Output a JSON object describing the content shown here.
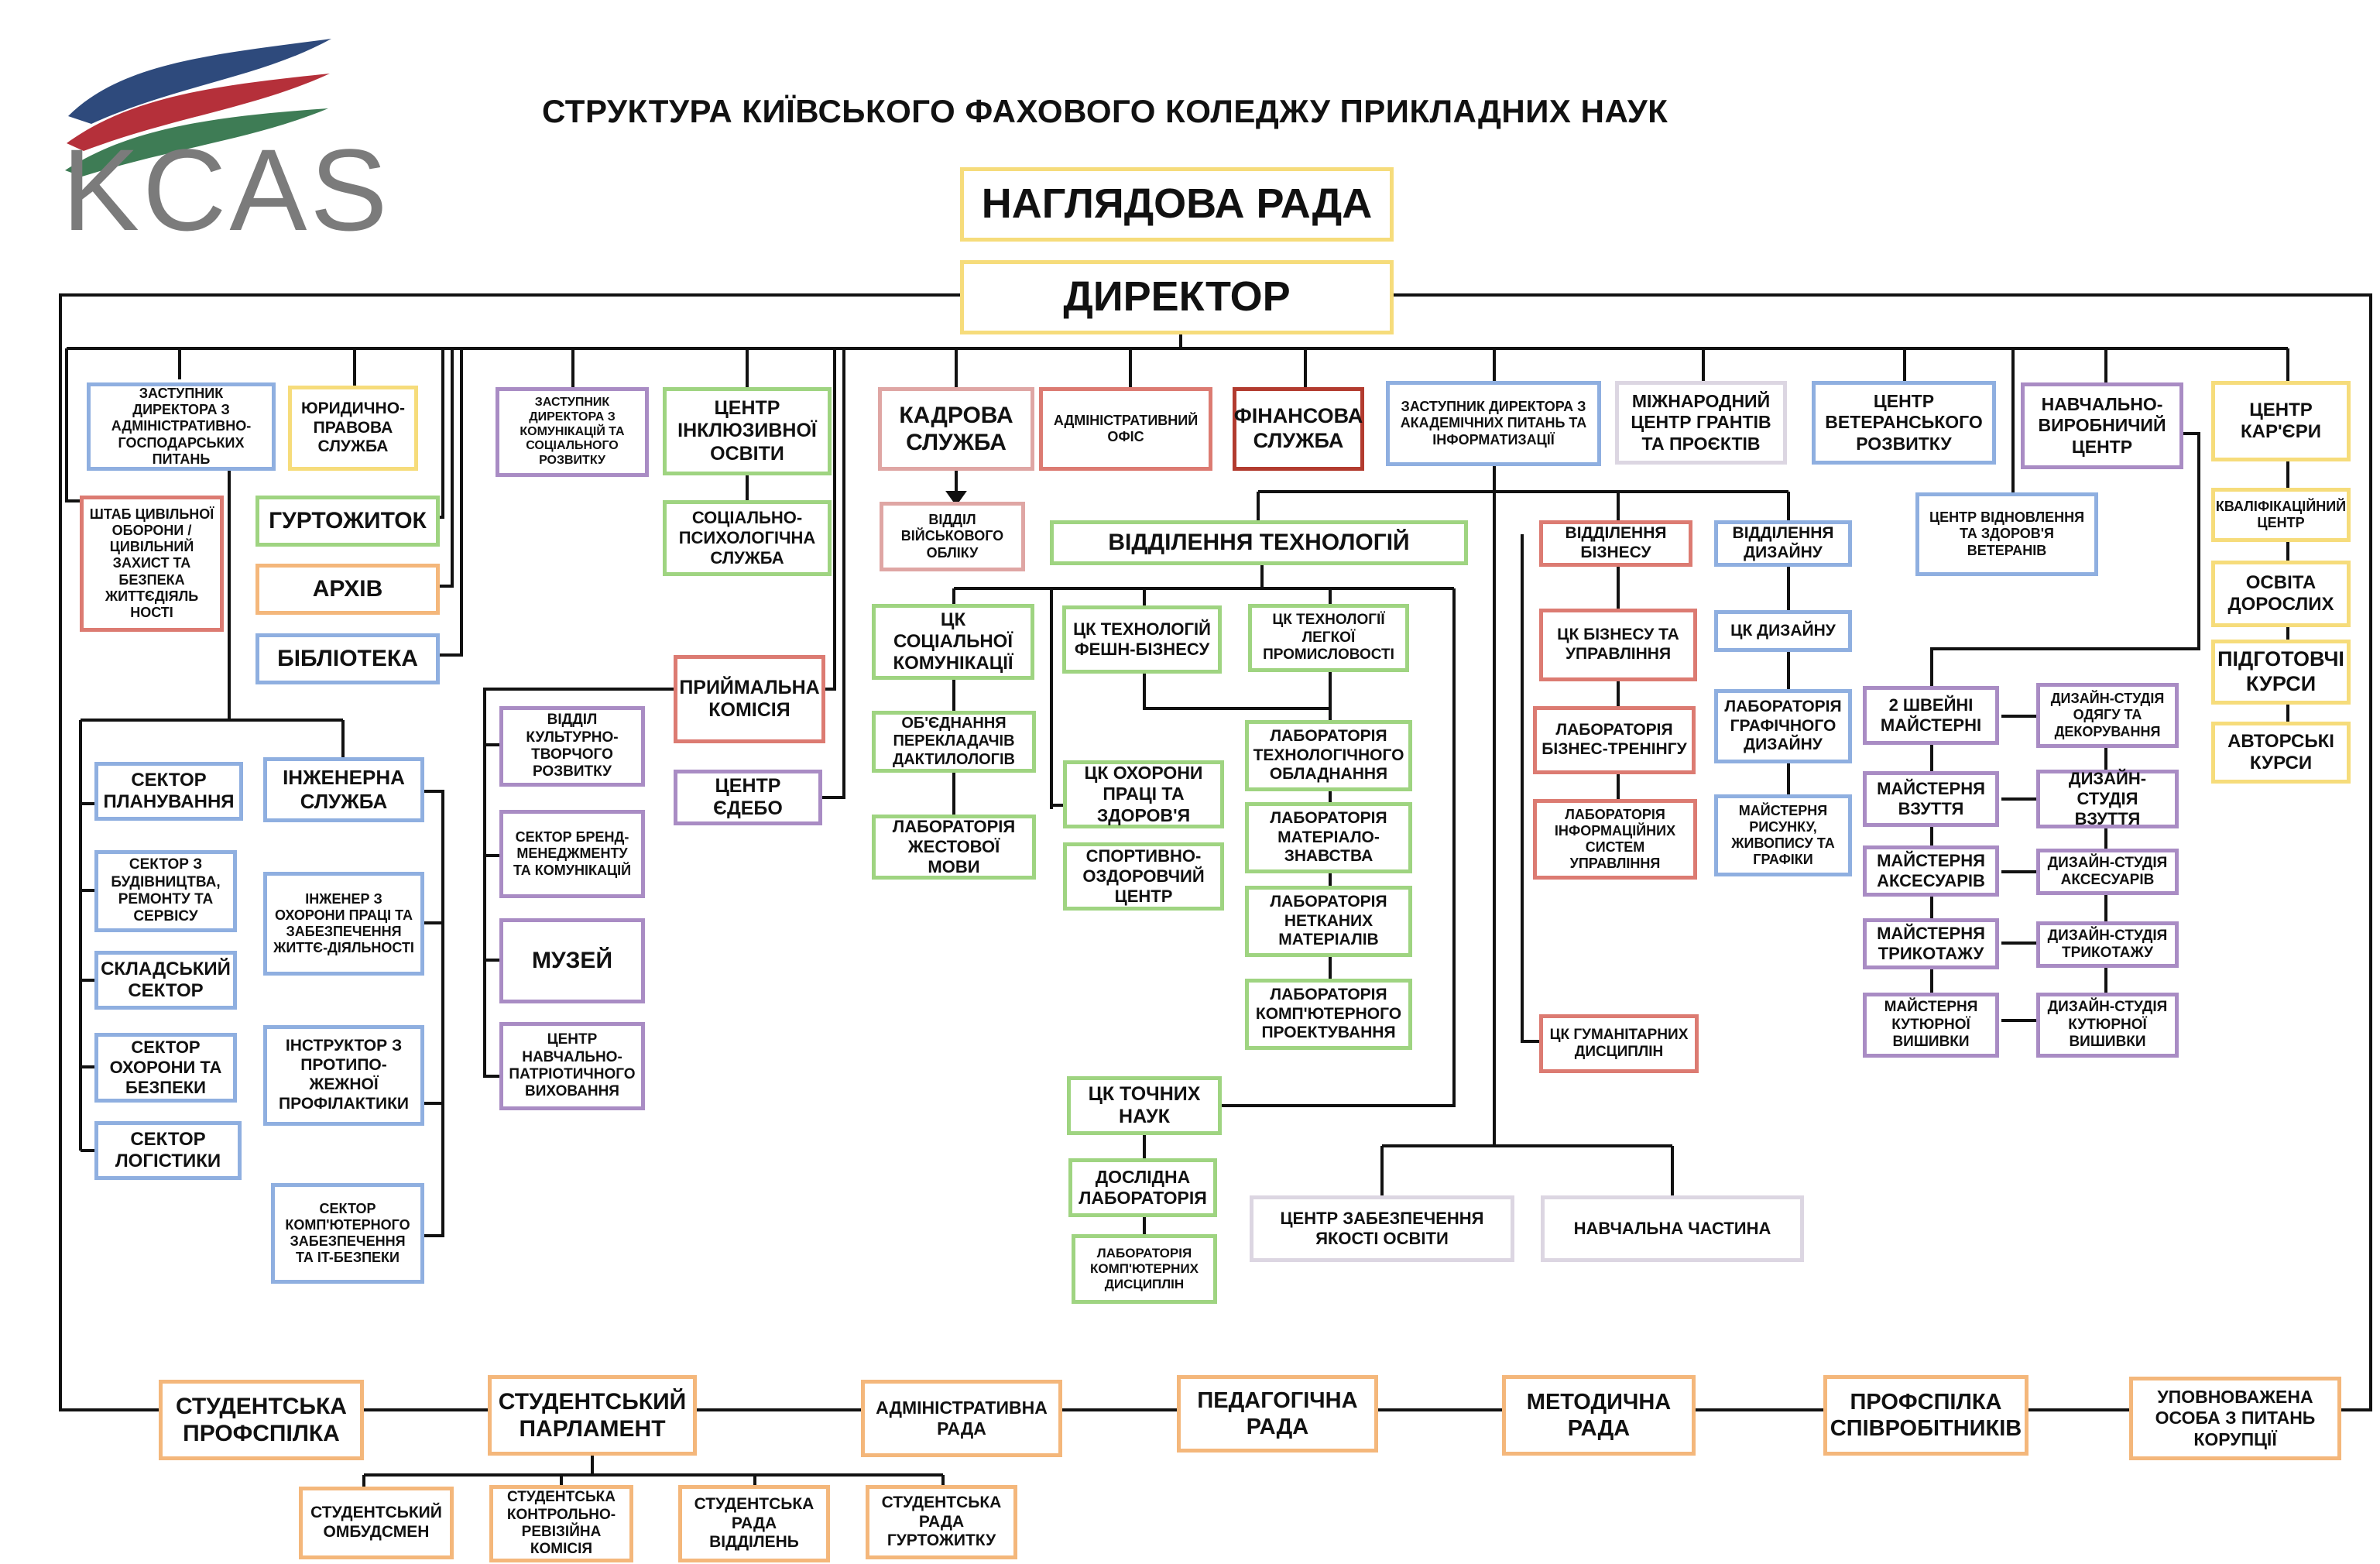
{
  "title": "СТРУКТУРА КИЇВСЬКОГО ФАХОВОГО КОЛЕДЖУ ПРИКЛАДНИХ НАУК",
  "logo": {
    "text": "KCAS",
    "colors": [
      "#2e4a7c",
      "#b5303a",
      "#3e7c55"
    ]
  },
  "top": {
    "board": "НАГЛЯДОВА РАДА",
    "director": "ДИРЕКТОР"
  },
  "admin_branch": {
    "deputy": "ЗАСТУПНИК ДИРЕКТОРА З АДМІНІСТРАТИВНО-ГОСПОДАРСЬКИХ ПИТАНЬ",
    "civil_defense": "ШТАБ ЦИВІЛЬНОЇ ОБОРОНИ / ЦИВІЛЬНИЙ ЗАХИСТ ТА БЕЗПЕКА ЖИТТЄДІЯЛЬ НОСТІ",
    "legal": "ЮРИДИЧНО-ПРАВОВА СЛУЖБА",
    "dormitory": "ГУРТОЖИТОК",
    "archive": "АРХІВ",
    "library": "БІБЛІОТЕКА",
    "sectors": [
      "СЕКТОР ПЛАНУВАННЯ",
      "СЕКТОР З БУДІВНИЦТВА, РЕМОНТУ ТА СЕРВІСУ",
      "СКЛАДСЬКИЙ СЕКТОР",
      "СЕКТОР ОХОРОНИ ТА БЕЗПЕКИ",
      "СЕКТОР ЛОГІСТИКИ"
    ],
    "engineering": "ІНЖЕНЕРНА СЛУЖБА",
    "eng_items": [
      "ІНЖЕНЕР З ОХОРОНИ ПРАЦІ ТА ЗАБЕЗПЕЧЕННЯ ЖИТТЄ-ДІЯЛЬНОСТІ",
      "ІНСТРУКТОР З ПРОТИПО-ЖЕЖНОЇ ПРОФІЛАКТИКИ",
      "СЕКТОР КОМП'ЮТЕРНОГО ЗАБЕЗПЕЧЕННЯ ТА IT-БЕЗПЕКИ"
    ]
  },
  "comm_branch": {
    "deputy": "ЗАСТУПНИК ДИРЕКТОРА З КОМУНІКАЦІЙ ТА СОЦІАЛЬНОГО РОЗВИТКУ",
    "items": [
      "ВІДДІЛ КУЛЬТУРНО-ТВОРЧОГО РОЗВИТКУ",
      "СЕКТОР БРЕНД-МЕНЕДЖМЕНТУ ТА КОМУНІКАЦІЙ",
      "МУЗЕЙ",
      "ЦЕНТР НАВЧАЛЬНО-ПАТРІОТИЧНОГО ВИХОВАННЯ"
    ]
  },
  "inclusive": {
    "center": "ЦЕНТР ІНКЛЮЗИВНОЇ ОСВІТИ",
    "service": "СОЦІАЛЬНО-ПСИХОЛОГІЧНА СЛУЖБА"
  },
  "admission": "ПРИЙМАЛЬНА КОМІСІЯ",
  "edebo": "ЦЕНТР ЄДЕБО",
  "hr": {
    "service": "КАДРОВА СЛУЖБА",
    "military": "ВІДДІЛ ВІЙСЬКОВОГО ОБЛІКУ"
  },
  "admin_office": "АДМІНІСТРАТИВНИЙ ОФІС",
  "finance": "ФІНАНСОВА СЛУЖБА",
  "academic_deputy": "ЗАСТУПНИК ДИРЕКТОРА З АКАДЕМІЧНИХ ПИТАНЬ ТА ІНФОРМАТИЗАЦІЇ",
  "grants": "МІЖНАРОДНИЙ ЦЕНТР ГРАНТІВ ТА ПРОЄКТІВ",
  "veteran": {
    "center": "ЦЕНТР ВЕТЕРАНСЬКОГО РОЗВИТКУ",
    "recovery": "ЦЕНТР ВІДНОВЛЕННЯ ТА ЗДОРОВ'Я ВЕТЕРАНІВ"
  },
  "production": {
    "center": "НАВЧАЛЬНО-ВИРОБНИЧИЙ ЦЕНТР",
    "workshops": [
      "2 ШВЕЙНІ МАЙСТЕРНІ",
      "МАЙСТЕРНЯ ВЗУТТЯ",
      "МАЙСТЕРНЯ АКСЕСУАРІВ",
      "МАЙСТЕРНЯ ТРИКОТАЖУ",
      "МАЙСТЕРНЯ КУТЮРНОЇ ВИШИВКИ"
    ],
    "studios": [
      "ДИЗАЙН-СТУДІЯ ОДЯГУ ТА ДЕКОРУВАННЯ",
      "ДИЗАЙН-СТУДІЯ ВЗУТТЯ",
      "ДИЗАЙН-СТУДІЯ АКСЕСУАРІВ",
      "ДИЗАЙН-СТУДІЯ ТРИКОТАЖУ",
      "ДИЗАЙН-СТУДІЯ КУТЮРНОЇ ВИШИВКИ"
    ]
  },
  "career": {
    "center": "ЦЕНТР КАР'ЄРИ",
    "items": [
      "КВАЛІФІКАЦІЙНИЙ ЦЕНТР",
      "ОСВІТА ДОРОСЛИХ",
      "ПІДГОТОВЧІ КУРСИ",
      "АВТОРСЬКІ КУРСИ"
    ]
  },
  "technology": {
    "dept": "ВІДДІЛЕННЯ ТЕХНОЛОГІЙ",
    "social_comm": "ЦК СОЦІАЛЬНОЇ КОМУНІКАЦІЇ",
    "interpreters": "ОБ'ЄДНАННЯ ПЕРЕКЛАДАЧІВ ДАКТИЛОЛОГІВ",
    "sign_lab": "ЛАБОРАТОРІЯ ЖЕСТОВОЇ МОВИ",
    "fashion": "ЦК ТЕХНОЛОГІЙ ФЕШН-БІЗНЕСУ",
    "light_industry": "ЦК ТЕХНОЛОГІЇ ЛЕГКОЇ ПРОМИСЛОВОСТІ",
    "health": "ЦК ОХОРОНИ ПРАЦІ ТА ЗДОРОВ'Я",
    "sport": "СПОРТИВНО-ОЗДОРОВЧИЙ ЦЕНТР",
    "labs": [
      "ЛАБОРАТОРІЯ ТЕХНОЛОГІЧНОГО ОБЛАДНАННЯ",
      "ЛАБОРАТОРІЯ МАТЕРІАЛО-ЗНАВСТВА",
      "ЛАБОРАТОРІЯ НЕТКАНИХ МАТЕРІАЛІВ",
      "ЛАБОРАТОРІЯ КОМП'ЮТЕРНОГО ПРОЕКТУВАННЯ"
    ],
    "exact": "ЦК ТОЧНИХ НАУК",
    "research_lab": "ДОСЛІДНА ЛАБОРАТОРІЯ",
    "computer_lab": "ЛАБОРАТОРІЯ КОМП'ЮТЕРНИХ ДИСЦИПЛІН"
  },
  "business": {
    "dept": "ВІДДІЛЕННЯ БІЗНЕСУ",
    "items": [
      "ЦК БІЗНЕСУ ТА УПРАВЛІННЯ",
      "ЛАБОРАТОРІЯ БІЗНЕС-ТРЕНІНГУ",
      "ЛАБОРАТОРІЯ ІНФОРМАЦІЙНИХ СИСТЕМ УПРАВЛІННЯ"
    ],
    "humanities": "ЦК ГУМАНІТАРНИХ ДИСЦИПЛІН"
  },
  "design": {
    "dept": "ВІДДІЛЕННЯ ДИЗАЙНУ",
    "items": [
      "ЦК ДИЗАЙНУ",
      "ЛАБОРАТОРІЯ ГРАФІЧНОГО ДИЗАЙНУ",
      "МАЙСТЕРНЯ РИСУНКУ, ЖИВОПИСУ ТА ГРАФІКИ"
    ]
  },
  "quality": "ЦЕНТР ЗАБЕЗПЕЧЕННЯ ЯКОСТІ ОСВІТИ",
  "academic_part": "НАВЧАЛЬНА ЧАСТИНА",
  "bottom": [
    "СТУДЕНТСЬКА ПРОФСПІЛКА",
    "СТУДЕНТСЬКИЙ ПАРЛАМЕНТ",
    "АДМІНІСТРАТИВНА РАДА",
    "ПЕДАГОГІЧНА РАДА",
    "МЕТОДИЧНА РАДА",
    "ПРОФСПІЛКА СПІВРОБІТНИКІВ",
    "УПОВНОВАЖЕНА ОСОБА З ПИТАНЬ КОРУПЦІЇ"
  ],
  "parliament_units": [
    "СТУДЕНТСЬКИЙ ОМБУДСМЕН",
    "СТУДЕНТСЬКА КОНТРОЛЬНО-РЕВІЗІЙНА КОМІСІЯ",
    "СТУДЕНТСЬКА РАДА ВІДДІЛЕНЬ",
    "СТУДЕНТСЬКА РАДА ГУРТОЖИТКУ"
  ]
}
